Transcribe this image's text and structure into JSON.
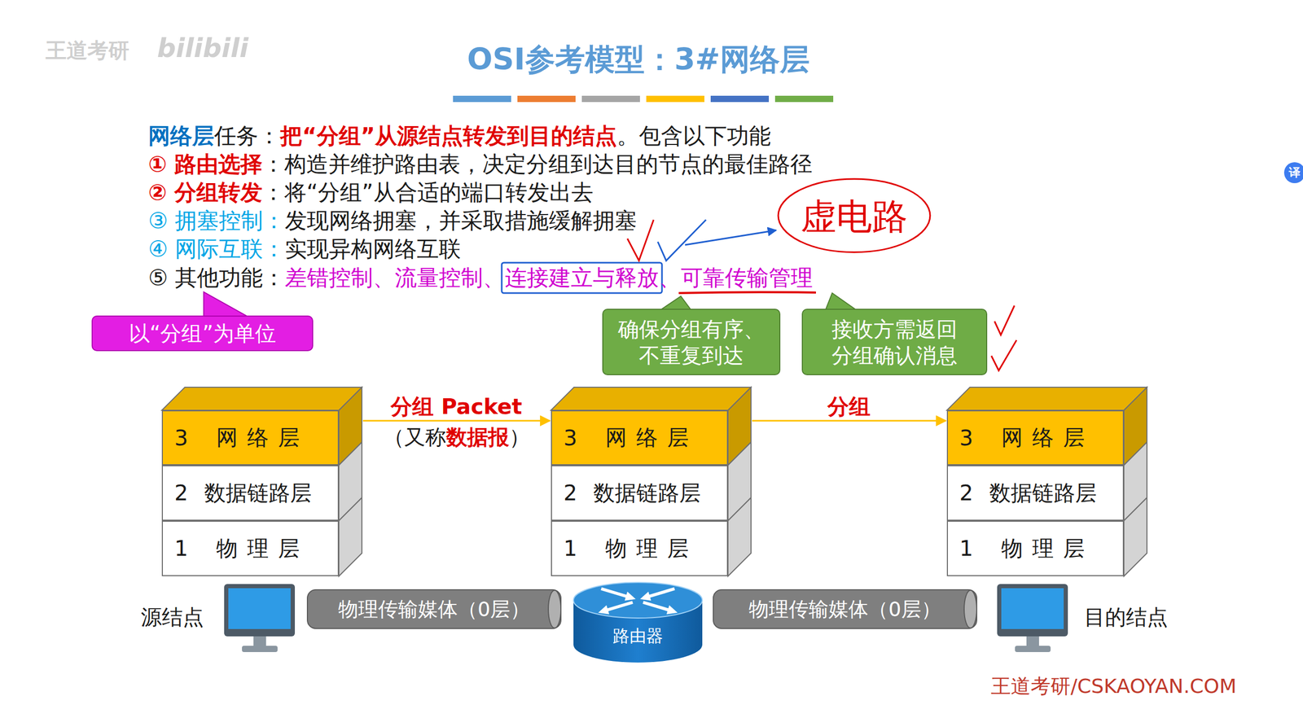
{
  "diagram": {
    "title": "OSI参考模型：3#网络层",
    "nodes": [
      {
        "text": [
          "以“分组”为单位"
        ]
      },
      {
        "text": [
          "确保分组有序、 不重复到达"
        ]
      },
      {
        "text": [
          "接收方需返回 分组确认消息"
        ]
      },
      {
        "text": [
          "3",
          "网络层"
        ]
      },
      {
        "text": [
          "2",
          "数据链路层"
        ]
      },
      {
        "text": [
          "1",
          "物理层"
        ]
      },
      {
        "text": [
          "3",
          "网络层"
        ]
      },
      {
        "text": [
          "2",
          "数据链路层"
        ]
      },
      {
        "text": [
          "1",
          "物理层"
        ]
      },
      {
        "text": [
          "3",
          "网络层"
        ]
      },
      {
        "text": [
          "2",
          "数据链路层"
        ]
      },
      {
        "text": [
          "1",
          "物理层"
        ]
      },
      {
        "text": [
          "物理传输媒体（0层）"
        ]
      },
      {
        "text": [
          "路由器"
        ]
      },
      {
        "text": [
          "物理传输媒体（0层）"
        ]
      }
    ],
    "edges": [
      {
        "from": 3,
        "to": 6,
        "arrow": "to",
        "label": "分组 Packet"
      },
      {
        "from": 6,
        "to": 9,
        "arrow": "to",
        "label": "分组"
      }
    ],
    "labels": [
      "王道考研",
      "bilibili",
      "网络层",
      "任务：",
      "把“分组”从源结点转发到目的结点",
      "。包含以下功能",
      "① 路由选择",
      "：构造并维护路由表，决定分组到达目的节点的最佳路径",
      "② 分组转发",
      "：将“分组”从合适的端口转发出去",
      "③ 拥塞控制：",
      "发现网络拥塞，并采取措施缓解拥塞",
      "④ 网际互联：",
      "实现异构网络互联",
      "⑤ 其他功能：",
      "差错控制、流量控制、",
      "连接建立与释放",
      "、",
      "可靠传输管理",
      "虚电路",
      "（又称",
      "数据报",
      "）",
      "源结点",
      "目的结点",
      "王道考研/CSKAOYAN.COM",
      "译"
    ]
  }
}
